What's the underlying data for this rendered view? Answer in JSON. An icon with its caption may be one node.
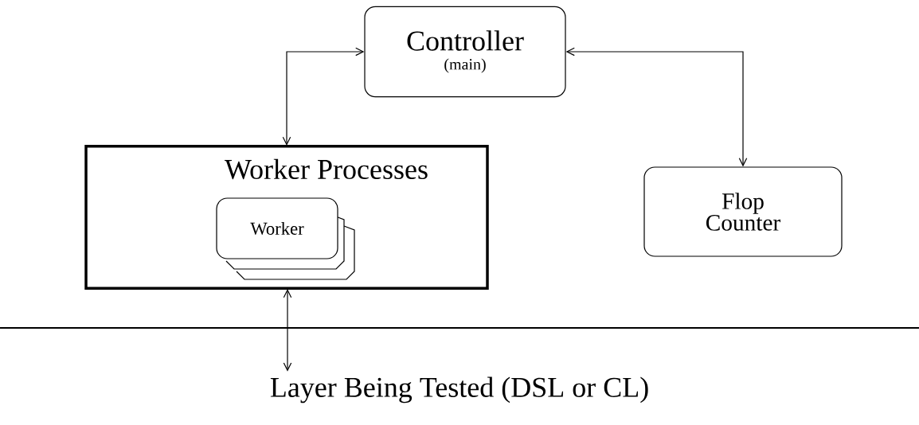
{
  "diagram": {
    "nodes": [
      {
        "text": [
          "Controller",
          "(main)"
        ]
      },
      {
        "text": [
          "Worker Processes"
        ]
      },
      {
        "text": [
          "Worker"
        ],
        "in": 1
      },
      {
        "text": [
          "Flop Counter"
        ]
      },
      {
        "text": [
          "Layer Being Tested (DSL or CL)"
        ]
      }
    ],
    "edges": [
      {
        "from": 0,
        "to": 1,
        "arrow": "both"
      },
      {
        "from": 0,
        "to": 3,
        "arrow": "both"
      },
      {
        "from": 1,
        "to": 4,
        "arrow": "both"
      }
    ]
  }
}
